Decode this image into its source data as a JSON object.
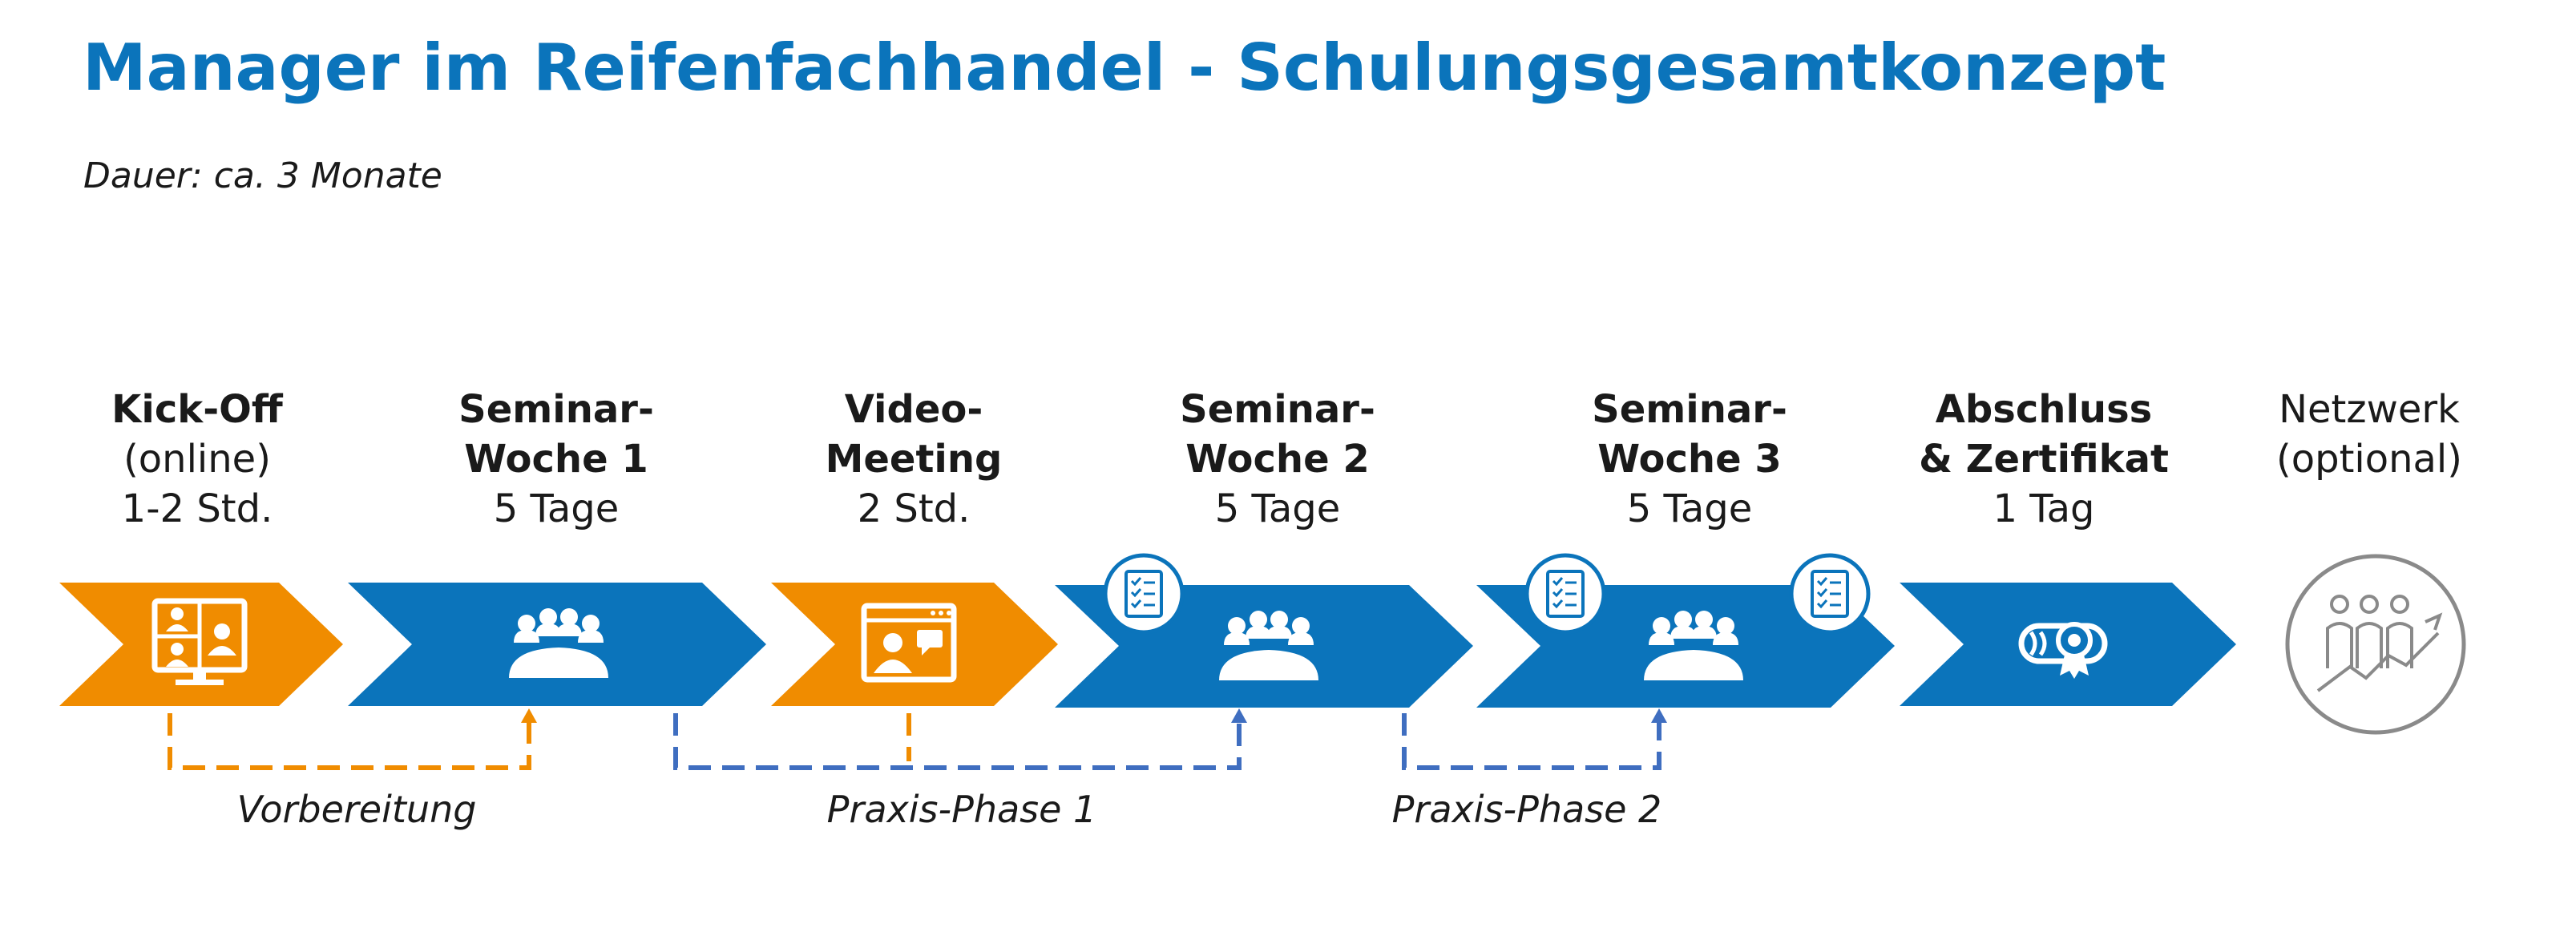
{
  "title": "Manager im Reifenfachhandel - Schulungsgesamtkonzept",
  "subtitle": "Dauer: ca. 3 Monate",
  "colors": {
    "title": "#0b74bb",
    "blue": "#0b74bb",
    "orange": "#f08c00",
    "dashed_blue": "#3f6ec0",
    "gray": "#8a8a8a"
  },
  "steps": [
    {
      "title": "Kick-Off",
      "line2": "(online)",
      "line3": "1-2 Std.",
      "icon": "video-call-icon",
      "color": "orange"
    },
    {
      "title": "Seminar-",
      "line2": "Woche 1",
      "line3": "5 Tage",
      "icon": "group-meeting-icon",
      "color": "blue"
    },
    {
      "title": "Video-",
      "line2": "Meeting",
      "line3": "2 Std.",
      "icon": "video-meeting-icon",
      "color": "orange"
    },
    {
      "title": "Seminar-",
      "line2": "Woche 2",
      "line3": "5 Tage",
      "icon": "group-meeting-icon",
      "color": "blue",
      "badges": [
        "checklist-icon"
      ]
    },
    {
      "title": "Seminar-",
      "line2": "Woche 3",
      "line3": "5 Tage",
      "icon": "group-meeting-icon",
      "color": "blue",
      "badges": [
        "checklist-icon",
        "checklist-icon"
      ]
    },
    {
      "title": "Abschluss",
      "line2": "& Zertifikat",
      "line3": "1 Tag",
      "icon": "certificate-icon",
      "color": "blue"
    },
    {
      "title": "Netzwerk",
      "line2": "(optional)",
      "line3": "",
      "icon": "network-growth-icon",
      "color": "gray"
    }
  ],
  "phases": [
    {
      "label": "Vorbereitung",
      "color": "orange"
    },
    {
      "label": "Praxis-Phase 1",
      "color": "blue"
    },
    {
      "label": "Praxis-Phase 2",
      "color": "blue"
    }
  ]
}
